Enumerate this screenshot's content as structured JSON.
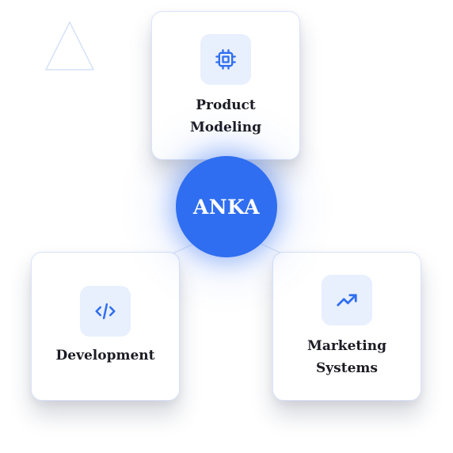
{
  "hub": {
    "label": "ANKA",
    "color": "#2f6ef0"
  },
  "nodes": [
    {
      "label": "Product\nModeling",
      "icon": "cpu-chip-icon"
    },
    {
      "label": "Development",
      "icon": "code-icon"
    },
    {
      "label": "Marketing\nSystems",
      "icon": "trending-up-icon"
    }
  ],
  "colors": {
    "accent": "#2f6ef0",
    "icon_tile": "#e8effd",
    "card_border": "#d9e3fb",
    "text": "#1c1c24"
  }
}
